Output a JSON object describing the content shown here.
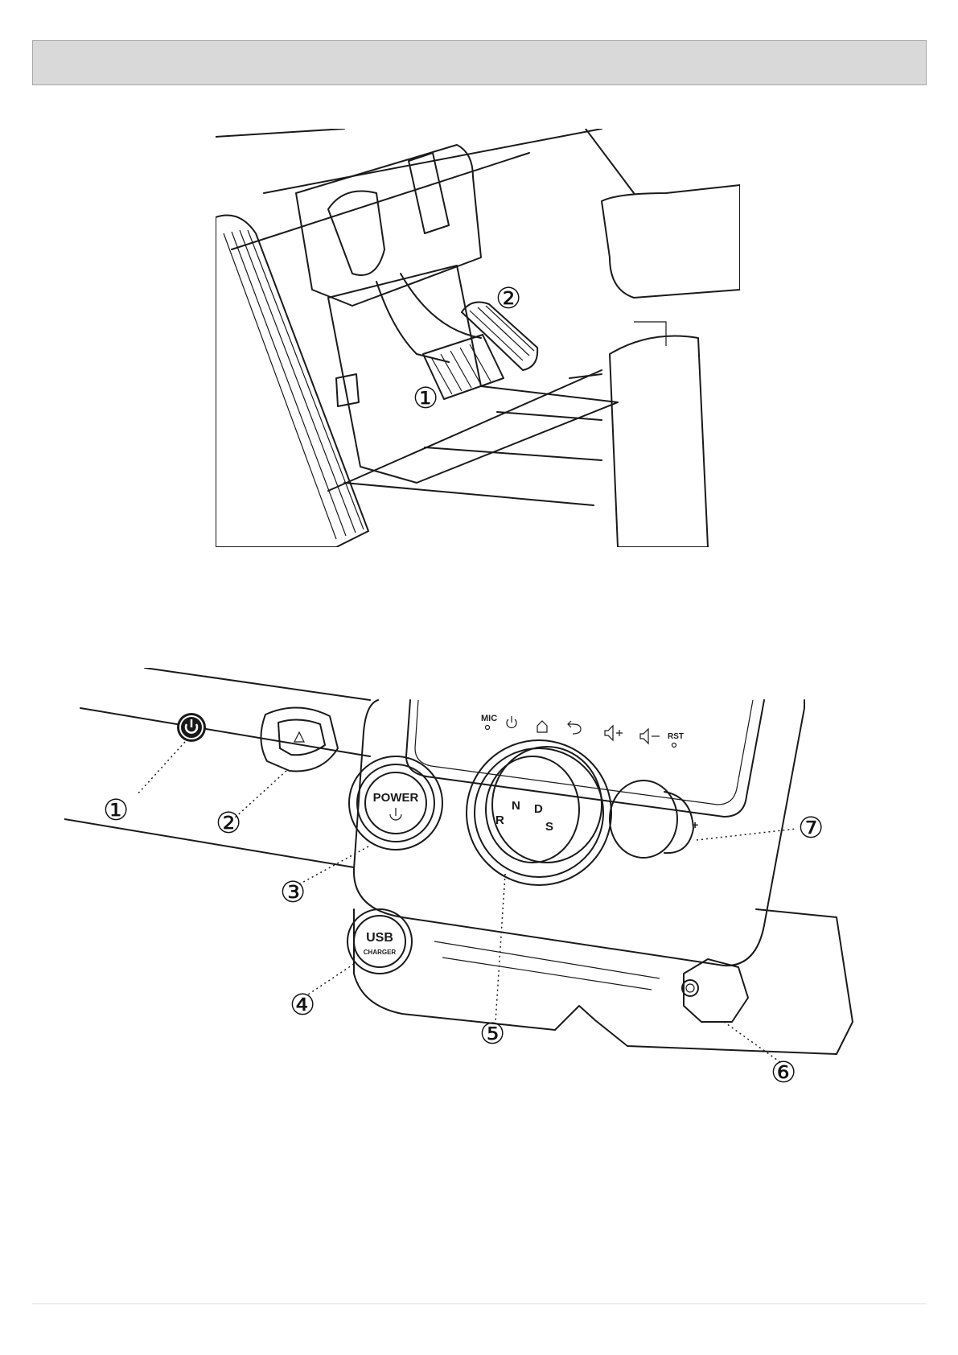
{
  "pedal_figure": {
    "callouts": [
      "①",
      "②"
    ]
  },
  "console_figure": {
    "callouts": [
      "①",
      "②",
      "③",
      "④",
      "⑤",
      "⑥",
      "⑦"
    ],
    "power_button_label": "POWER",
    "usb_label": "USB",
    "charger_label": "CHARGER",
    "gear_labels": [
      "R",
      "N",
      "D",
      "S"
    ],
    "screen_buttons": {
      "mic": "MIC",
      "rst": "RST",
      "plus": "+"
    }
  }
}
